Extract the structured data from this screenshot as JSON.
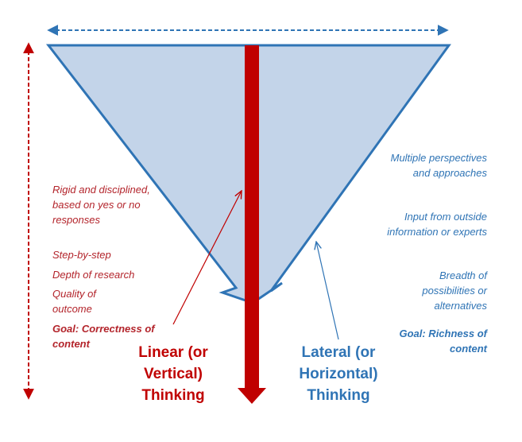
{
  "diagram": {
    "colors": {
      "triangle_fill": "#c3d4e9",
      "triangle_stroke": "#2f74b5",
      "linear_red": "#c00000",
      "lateral_blue": "#2f74b5",
      "text_red": "#b3242b"
    },
    "left_notes": [
      "Rigid and disciplined, based on yes or no responses",
      "Step-by-step",
      "Depth of research",
      "Quality of outcome"
    ],
    "left_goal": "Goal: Correctness of content",
    "right_notes": [
      "Multiple perspectives and approaches",
      "Input from outside information or experts",
      "Breadth of possibilities or alternatives"
    ],
    "right_goal": "Goal: Richness of content",
    "linear_label": "Linear (or Vertical) Thinking",
    "lateral_label": "Lateral (or Horizontal) Thinking"
  }
}
